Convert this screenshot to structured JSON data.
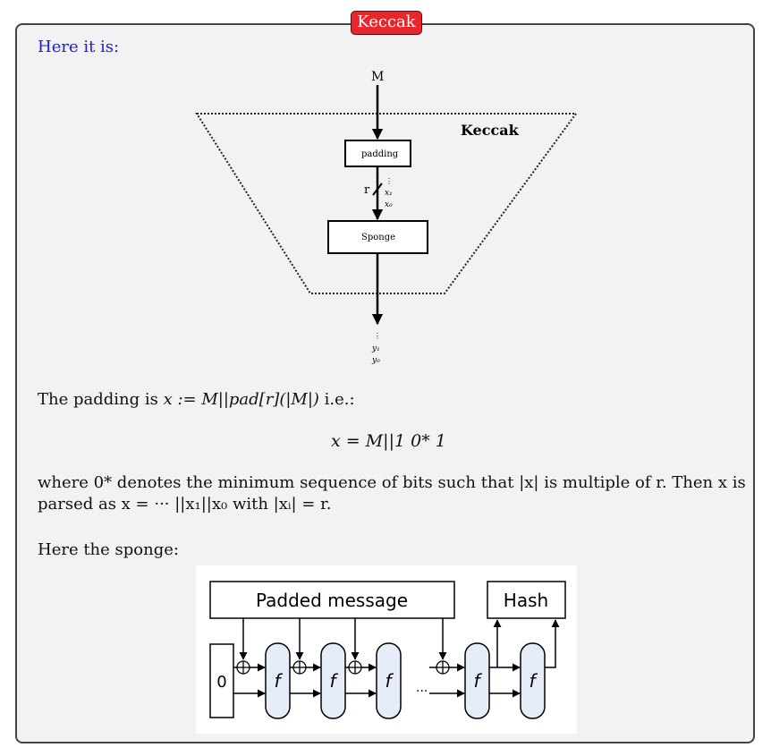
{
  "badge_title": "Keccak",
  "intro": "Here it is:",
  "keccak_diagram": {
    "input_label": "M",
    "frame_label": "Keccak",
    "padding_label": "padding",
    "rate_label": "r",
    "x1_label": "x₁",
    "x0_label": "x₀",
    "sponge_label": "Sponge",
    "y1_label": "y₁",
    "y0_label": "y₀"
  },
  "padding_text": {
    "prefix": "The padding is ",
    "formula": "x := M||pad[r](|M|)",
    "suffix": " i.e.:"
  },
  "equation": "x = M||1 0* 1",
  "explanation_line1": "where 0* denotes the minimum sequence of bits such that |x| is multiple of r.  Then x is",
  "explanation_line2": "parsed as x = ··· ||x₁||x₀ with |xᵢ| = r.",
  "sponge_intro": "Here the sponge:",
  "sponge_diagram": {
    "message_label": "Padded message",
    "hash_label": "Hash",
    "initial_state": "0",
    "function_label": "f",
    "ellipsis": "..."
  }
}
